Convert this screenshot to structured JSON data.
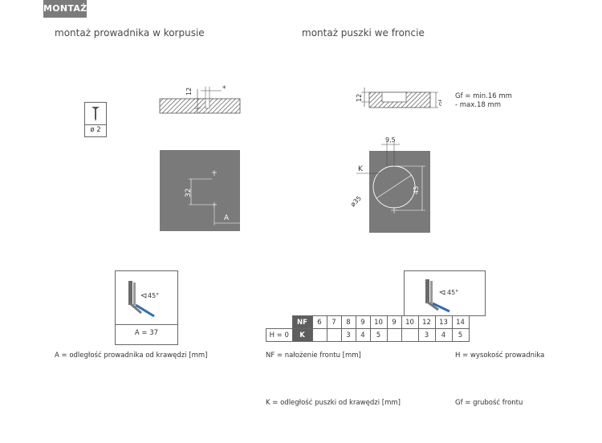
{
  "header": {
    "tag": "MONTAŻ"
  },
  "left": {
    "title": "montaż prowadnika w korpusie",
    "screw_label": "ø 2",
    "dim_top_12": "12",
    "dim_star": "*",
    "dim_32": "32",
    "dim_A": "A",
    "angle_label": "45°",
    "a_value": "A = 37",
    "legend": "A = odległość prowadnika od krawędzi [mm]"
  },
  "right": {
    "title": "montaż puszki we froncie",
    "dim_12": "12",
    "dim_gf": "Gf",
    "gf_min": "Gf = min.16 mm",
    "gf_max": "- max.18 mm",
    "dim_95": "9,5",
    "dim_K": "K",
    "dim_35": "ø35",
    "dim_45": "45",
    "angle_label": "45°"
  },
  "table": {
    "nf_label": "NF",
    "k_label": "K",
    "h_label": "H = 0",
    "nf": [
      "6",
      "7",
      "8",
      "9",
      "10",
      "9",
      "10",
      "12",
      "13",
      "14"
    ],
    "k": [
      "",
      "",
      "3",
      "4",
      "5",
      "",
      "",
      "3",
      "4",
      "5"
    ]
  },
  "legends": {
    "nf": "NF = nałożenie frontu [mm]",
    "h": "H = wysokość prowadnika",
    "k": "K = odległość puszki od krawędzi [mm]",
    "gf": "Gf = grubość frontu"
  }
}
